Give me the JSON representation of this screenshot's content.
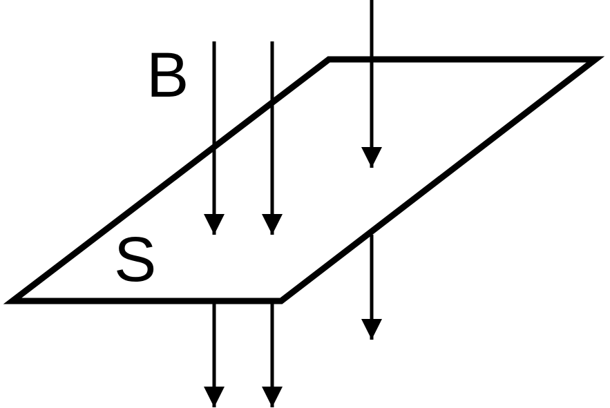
{
  "diagram": {
    "field_label": "B",
    "surface_label": "S",
    "line_color": "#000000",
    "background_color": "#ffffff",
    "field_direction": "down",
    "field_line_count": 3
  }
}
